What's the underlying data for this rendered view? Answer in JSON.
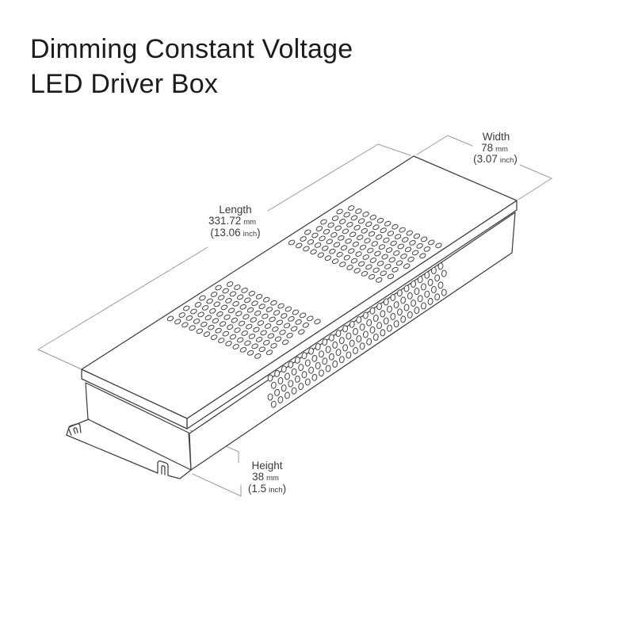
{
  "title": {
    "line1": "Dimming Constant Voltage",
    "line2": "LED Driver Box"
  },
  "dimensions": {
    "width": {
      "label": "Width",
      "metric_value": "78",
      "metric_unit": "mm",
      "imperial_open": "(3.07",
      "imperial_unit": "inch",
      "imperial_close": ")"
    },
    "length": {
      "label": "Length",
      "metric_value": "331.72",
      "metric_unit": "mm",
      "imperial_open": "(13.06",
      "imperial_unit": "inch",
      "imperial_close": ")"
    },
    "height": {
      "label": "Height",
      "metric_value": "38",
      "metric_unit": "mm",
      "imperial_open": "(1.5",
      "imperial_unit": "inch",
      "imperial_close": ")"
    }
  },
  "colors": {
    "background": "#ffffff",
    "title_text": "#1c1c1c",
    "dimension_text": "#3a3a3a",
    "box_outline": "#3f3f3f",
    "hole_outline": "#4a4a4a",
    "dimension_line": "#9b9b9b"
  }
}
